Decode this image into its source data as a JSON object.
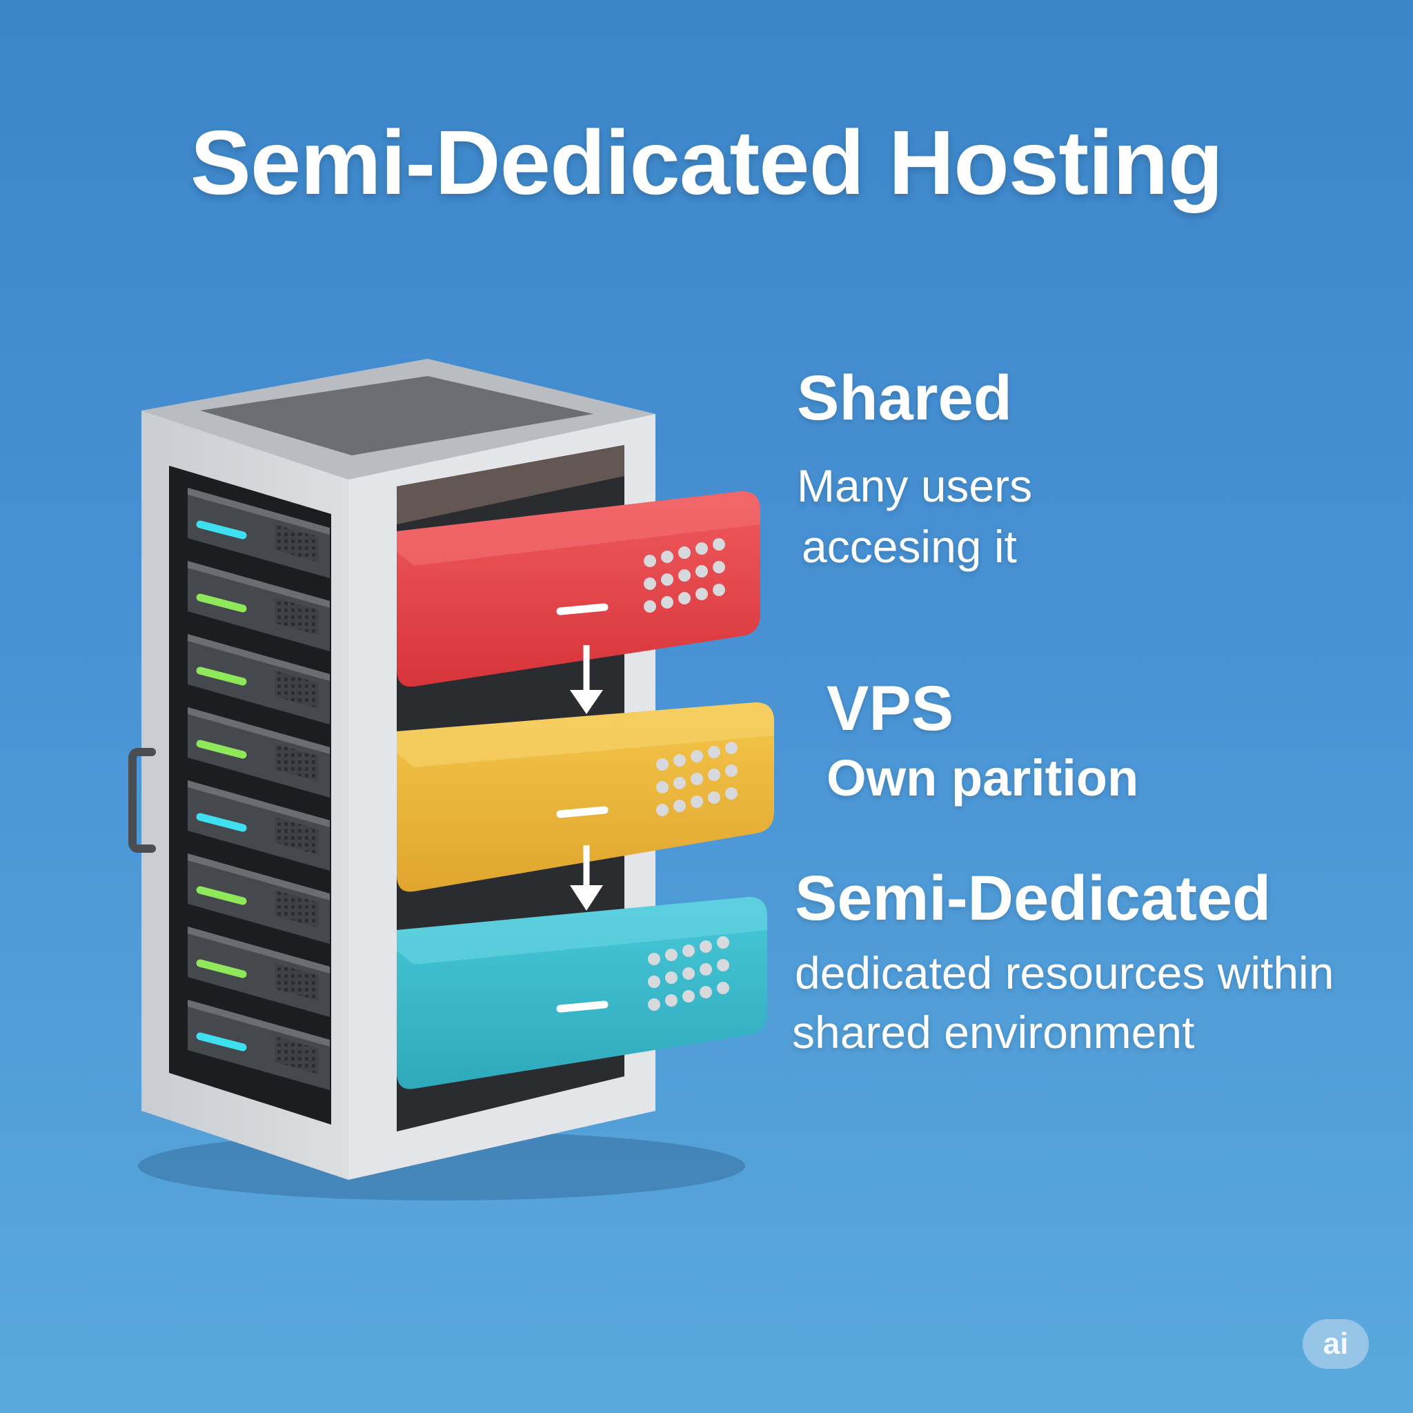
{
  "title": "Semi-Dedicated Hosting",
  "colors": {
    "background": "#4892d4",
    "shared_block": "#e53e42",
    "vps_block": "#e9b83a",
    "semi_dedicated_block": "#36b8c9",
    "led_cyan": "#3ee0ef",
    "led_green": "#8ee85a"
  },
  "tiers": [
    {
      "heading": "Shared",
      "desc_lines": [
        "Many users",
        "accesing it"
      ]
    },
    {
      "heading": "VPS",
      "desc_lines": [
        "Own parition"
      ]
    },
    {
      "heading": "Semi-Dedicated",
      "desc_lines": [
        "dedicated resources within",
        "shared environment"
      ]
    }
  ],
  "badge": "ai"
}
